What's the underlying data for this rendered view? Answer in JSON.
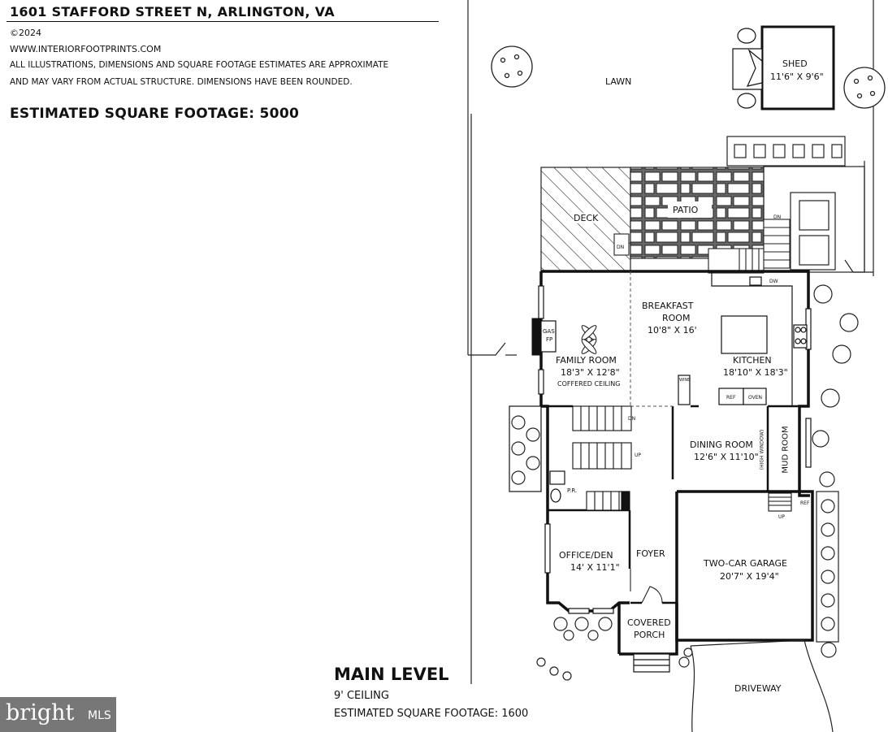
{
  "header": {
    "address": "1601 STAFFORD STREET N, ARLINGTON, VA",
    "copyright": "©2024",
    "website": "WWW.INTERIORFOOTPRINTS.COM",
    "disclaimer_line1": "ALL ILLUSTRATIONS, DIMENSIONS AND SQUARE FOOTAGE ESTIMATES ARE APPROXIMATE",
    "disclaimer_line2": "AND MAY VARY FROM ACTUAL STRUCTURE. DIMENSIONS HAVE BEEN ROUNDED.",
    "total_sqft": "ESTIMATED SQUARE FOOTAGE: 5000"
  },
  "level": {
    "title": "MAIN LEVEL",
    "ceiling": "9' CEILING",
    "sqft": "ESTIMATED SQUARE FOOTAGE: 1600"
  },
  "rooms": {
    "lawn": "LAWN",
    "shed_name": "SHED",
    "shed_dim": "11'6\" X 9'6\"",
    "deck": "DECK",
    "patio": "PATIO",
    "breakfast_name1": "BREAKFAST",
    "breakfast_name2": "ROOM",
    "breakfast_dim": "10'8\" X 16'",
    "family_name": "FAMILY ROOM",
    "family_dim": "18'3\" X 12'8\"",
    "family_note": "COFFERED CEILING",
    "kitchen_name": "KITCHEN",
    "kitchen_dim": "18'10\" X 18'3\"",
    "dining_name": "DINING ROOM",
    "dining_dim": "12'6\" X 11'10\"",
    "mud_room": "MUD ROOM",
    "high_window": "(HIGH WINDOW)",
    "office_name": "OFFICE/DEN",
    "office_dim": "14' X 11'1\"",
    "foyer": "FOYER",
    "garage_name": "TWO-CAR GARAGE",
    "garage_dim": "20'7\" X 19'4\"",
    "porch_line1": "COVERED",
    "porch_line2": "PORCH",
    "driveway": "DRIVEWAY",
    "powder_room": "P.R."
  },
  "fixtures": {
    "gas_fp_line1": "GAS",
    "gas_fp_line2": "FP",
    "wine": "WINE",
    "ref": "REF",
    "oven": "OVEN",
    "dw": "DW",
    "dn": "DN",
    "up": "UP"
  },
  "logo": {
    "brand": "bright",
    "suffix": "MLS"
  }
}
